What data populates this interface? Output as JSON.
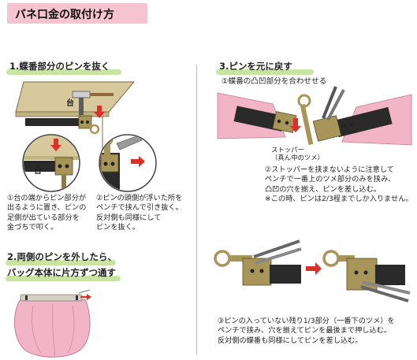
{
  "page": {
    "title": "バネ口金の取付け方"
  },
  "step1": {
    "heading": "1.蝶番部分のピンを抜く",
    "table_label_top": "台",
    "table_label_bottom": "台",
    "caption_left": [
      "①台の端からピン部分が",
      "出るように置き、ピンの",
      "足側が出ている部分を",
      "金づちで叩く。"
    ],
    "caption_right": [
      "②ピンの頭側が浮いた所を",
      "ペンチで挟んで引き抜く。",
      "反対側も同様にして",
      "ピンを抜く。"
    ]
  },
  "step2": {
    "heading_line1": "2.両側のピンを外したら、",
    "heading_line2": "バッグ本体に片方ずつ通す"
  },
  "step3": {
    "heading": "3.ピンを元に戻す",
    "sub1": "①蝶番の凸凹部分を合わせせる",
    "stopper_label_1": "ストッパー",
    "stopper_label_2": "（真ん中のツメ）",
    "caption2": [
      "②ストッパーを挟まないように注意して",
      "ペンチで一番上のツメ部分のみを挟み、",
      "凸凹の穴を揃え、ピンを差し込む。",
      "※この時、ピンは2/3程までしか入りません。"
    ],
    "caption3": [
      "③ピンの入っていない残り1/3部分（一番下のツメ）を",
      "ペンチで挟み、穴を揃えてピンを最後まで押し込む。",
      "反対側の蝶番も同様にしてピンを差し込む。"
    ]
  },
  "colors": {
    "title_bg": "#f6c3d1",
    "underline": "#c9e3a1",
    "arrow": "#d9302a",
    "metal": "#a8955a",
    "bag_pink": "#f2b5c8",
    "frame_dark": "#2a2a2a",
    "table": "#d8c99c"
  }
}
